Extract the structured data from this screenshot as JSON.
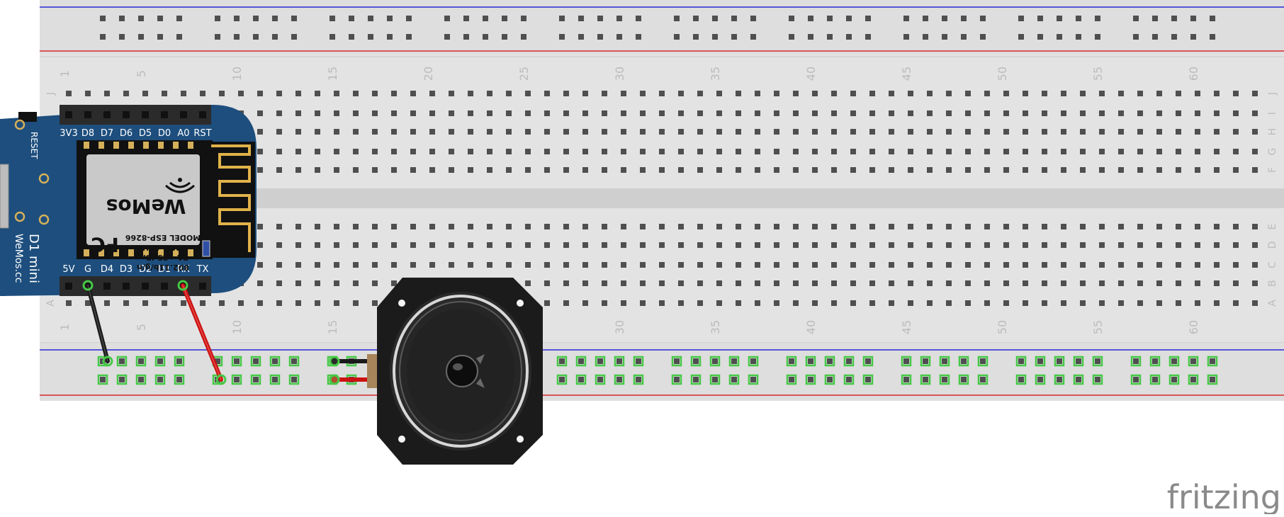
{
  "breadboard": {
    "top_numbers": [
      "1",
      "5",
      "10",
      "15",
      "20",
      "25",
      "30",
      "35",
      "40",
      "45",
      "50",
      "55",
      "60"
    ],
    "bottom_numbers": [
      "1",
      "5",
      "10",
      "15",
      "20",
      "25",
      "30",
      "35",
      "40",
      "45",
      "50",
      "55",
      "60"
    ],
    "row_letters_top": [
      "J",
      "I",
      "H",
      "G",
      "F"
    ],
    "row_letters_bottom": [
      "E",
      "D",
      "C",
      "B",
      "A"
    ],
    "hole_color": "#5a5a5a",
    "board_color": "#e3e3e3",
    "rail_blue": "#2a2ad6",
    "rail_red": "#d62a2a",
    "highlight_green": "#46c846"
  },
  "d1_mini": {
    "top_pins": [
      "3V3",
      "D8",
      "D7",
      "D6",
      "D5",
      "D0",
      "A0",
      "RST"
    ],
    "bottom_pins": [
      "5V",
      "G",
      "D4",
      "D3",
      "D2",
      "D1",
      "RX",
      "TX"
    ],
    "reset_label": "RESET",
    "board_name": "D1 mini",
    "brand": "WeMos.cc",
    "module_lines": [
      "MODEL ESP-8266",
      "ISM 2.4GHz",
      "PA +25dBm",
      "802.11b/g/n"
    ],
    "fc_mark": "FC",
    "module_logo": "WeMos",
    "board_color": "#1d4e7d"
  },
  "wires": {
    "ground_color": "#1a1a1a",
    "signal_color": "#cc1111"
  },
  "speaker": {
    "color": "#1b1b1b"
  },
  "watermark": {
    "text": "fritzing"
  }
}
